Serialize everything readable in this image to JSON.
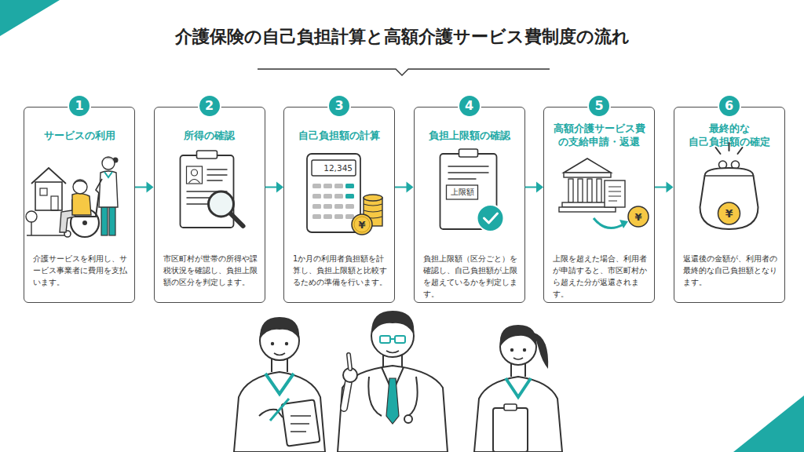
{
  "diagram": {
    "title": "介護保険の自己負担計算と高額介護サービス費制度の流れ",
    "nodes": [
      {
        "text": [
          "サービスの利用",
          "介護サービスを利用し、サービス事業者に費用を支払います。"
        ]
      },
      {
        "text": [
          "1"
        ],
        "in": 0
      },
      {
        "text": [
          "所得の確認",
          "市区町村が世帯の所得や課税状況を確認し、負担上限額の区分を判定します。"
        ]
      },
      {
        "text": [
          "2"
        ],
        "in": 2
      },
      {
        "text": [
          "自己負担額の計算",
          "1か月の利用者負担額を計算し、負担上限額と比較するための準備を行います。"
        ]
      },
      {
        "text": [
          "3"
        ],
        "in": 4
      },
      {
        "text": [
          "負担上限額の確認",
          "負担上限額（区分ごと）を確認し、自己負担額が上限を超えているかを判定します。"
        ]
      },
      {
        "text": [
          "4"
        ],
        "in": 6
      },
      {
        "text": [
          "高額介護サービス費 の支給申請・返還",
          "上限を超えた場合、利用者が申請すると、市区町村から超えた分が返還されます。"
        ]
      },
      {
        "text": [
          "5"
        ],
        "in": 8
      },
      {
        "text": [
          "最終的な 自己負担額の確定",
          "返還後の金額が、利用者の最終的な自己負担額となります。"
        ]
      },
      {
        "text": [
          "6"
        ],
        "in": 10
      }
    ],
    "edges": [
      {
        "from": 0,
        "to": 2,
        "arrow": "to"
      },
      {
        "from": 2,
        "to": 4,
        "arrow": "to"
      },
      {
        "from": 4,
        "to": 6,
        "arrow": "to"
      },
      {
        "from": 6,
        "to": 8,
        "arrow": "to"
      },
      {
        "from": 8,
        "to": 10,
        "arrow": "to"
      }
    ],
    "labels": [
      "12,345",
      "¥",
      "上限額",
      "¥",
      "¥"
    ]
  }
}
